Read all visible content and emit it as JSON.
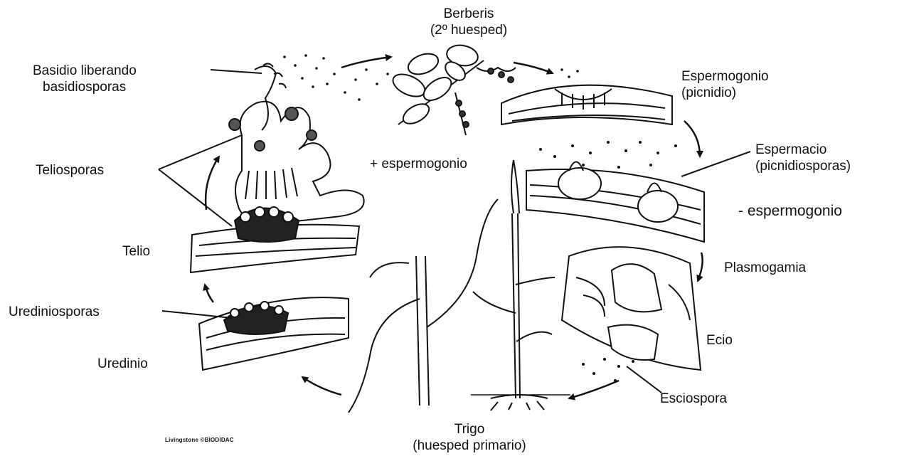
{
  "diagram": {
    "host_secondary": {
      "line1": "Berberis",
      "line2": "(2º huesped)"
    },
    "host_primary": {
      "line1": "Trigo",
      "line2": "(huesped primario)"
    },
    "labels": {
      "basidio": {
        "line1": "Basidio liberando",
        "line2": "basidiosporas"
      },
      "teliosporas": "Teliosporas",
      "telio": "Telio",
      "urediniosporas": "Urediniosporas",
      "uredinio": "Uredinio",
      "espermogonio": {
        "line1": "Espermogonio",
        "line2": "(picnidio)"
      },
      "espermacio": {
        "line1": "Espermacio",
        "line2": "(picnidiosporas)"
      },
      "plus_espermogonio": "+ espermogonio",
      "minus_espermogonio": "- espermogonio",
      "plasmogamia": "Plasmogamia",
      "ecio": "Ecio",
      "esciospora": "Esciospora"
    },
    "credit": "Livingstone ©BIODIDAC"
  }
}
